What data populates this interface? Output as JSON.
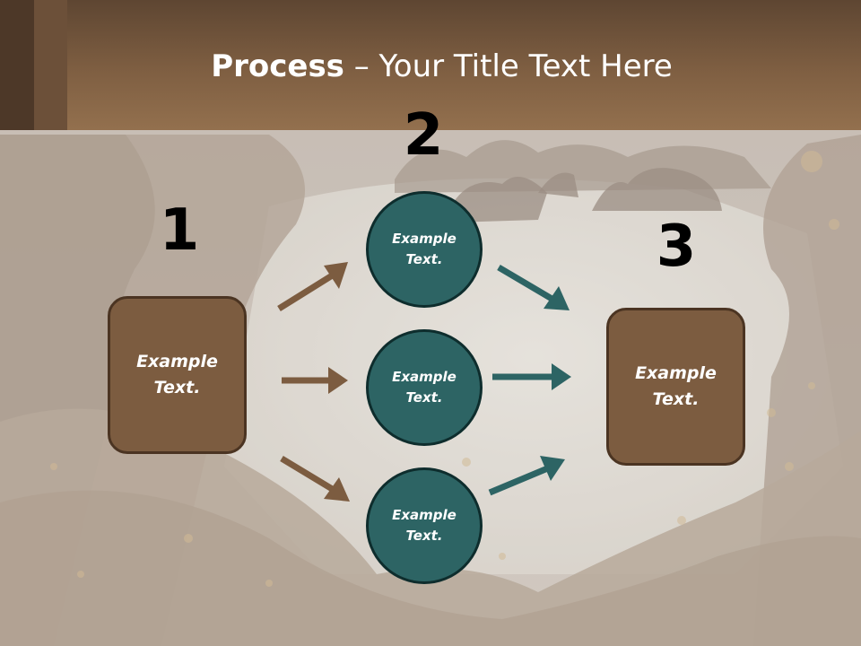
{
  "slide": {
    "title_bold": "Process",
    "title_rest": " – Your Title Text Here"
  },
  "steps": {
    "one": "1",
    "two": "2",
    "three": "3"
  },
  "boxes": {
    "left": "Example Text.",
    "right": "Example Text."
  },
  "circles": {
    "top": "Example Text.",
    "middle": "Example Text.",
    "bottom": "Example Text."
  },
  "colors": {
    "brown_box": "#7c5c40",
    "teal_circle": "#2d6464",
    "brown_arrow": "#7c5c40",
    "teal_arrow": "#2d6464"
  }
}
